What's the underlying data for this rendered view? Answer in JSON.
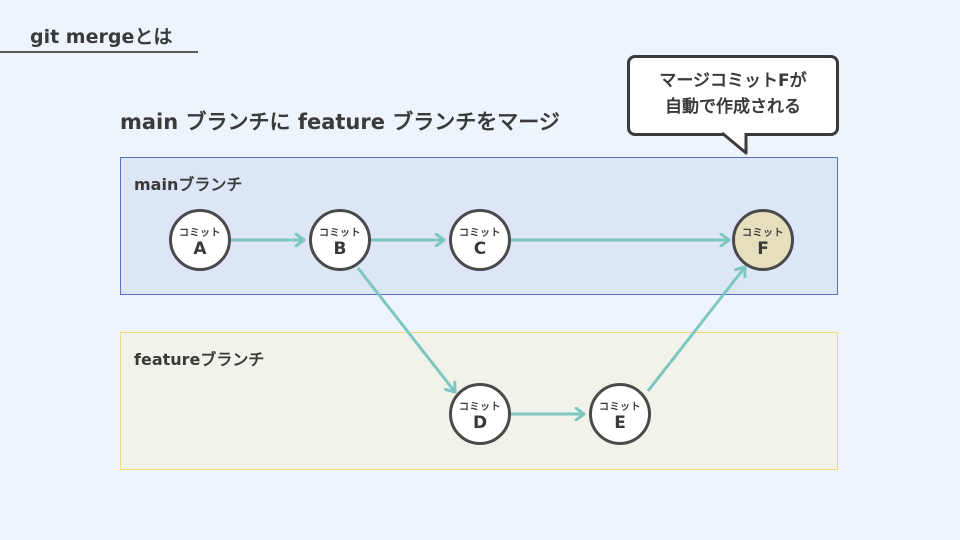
{
  "page": {
    "title": "git mergeとは",
    "heading": "main ブランチに feature ブランチをマージ"
  },
  "callout": {
    "line1": "マージコミットFが",
    "line2": "自動で作成される"
  },
  "lanes": {
    "main": {
      "label": "mainブランチ"
    },
    "feature": {
      "label": "featureブランチ"
    }
  },
  "commits": {
    "caption": "コミット",
    "a": {
      "id": "A"
    },
    "b": {
      "id": "B"
    },
    "c": {
      "id": "C"
    },
    "d": {
      "id": "D"
    },
    "e": {
      "id": "E"
    },
    "f": {
      "id": "F"
    }
  },
  "colors": {
    "edge": "#7cc7c2",
    "main_lane_fill": "#dde6f7",
    "main_lane_border": "#5c6fc4",
    "feature_lane_fill": "#f1f2ea",
    "feature_lane_border": "#f0d97a",
    "merge_commit_fill": "#e6dfbe",
    "commit_border": "#4a4a4a"
  }
}
